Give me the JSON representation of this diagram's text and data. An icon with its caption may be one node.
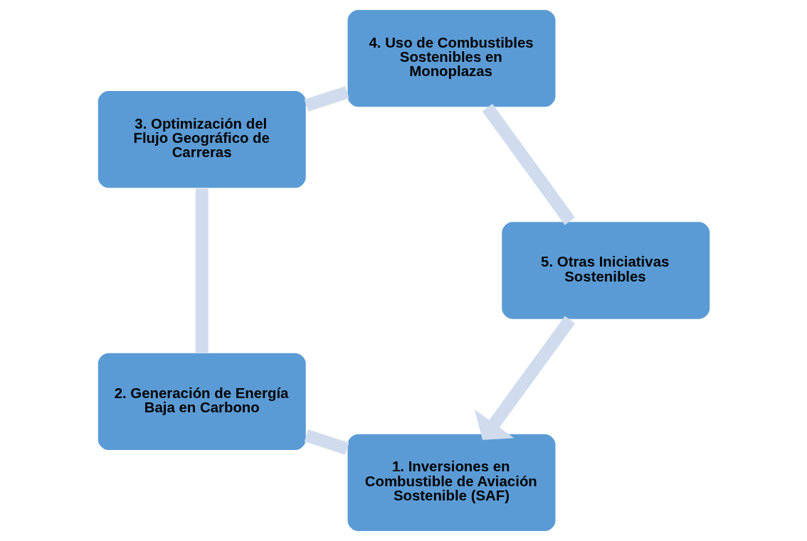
{
  "diagram": {
    "nodes": [
      {
        "text": [
          "1. Inversiones en Combustible de Aviación Sostenible (SAF)"
        ]
      },
      {
        "text": [
          "2. Generación de Energía Baja en Carbono"
        ]
      },
      {
        "text": [
          "3. Optimización del Flujo Geográfico de Carreras"
        ]
      },
      {
        "text": [
          "4. Uso de Combustibles Sostenibles en Monoplazas"
        ]
      },
      {
        "text": [
          "5. Otras Iniciativas Sostenibles"
        ]
      }
    ],
    "edges": [
      {
        "from": 0,
        "to": 1,
        "arrow": "none"
      },
      {
        "from": 1,
        "to": 2,
        "arrow": "none"
      },
      {
        "from": 2,
        "to": 3,
        "arrow": "none"
      },
      {
        "from": 3,
        "to": 4,
        "arrow": "none"
      },
      {
        "from": 4,
        "to": 0,
        "arrow": "to"
      }
    ]
  }
}
